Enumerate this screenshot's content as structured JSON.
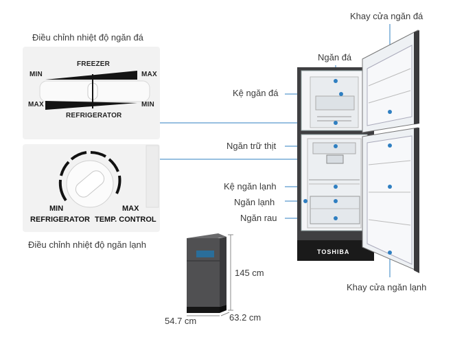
{
  "labels": {
    "freezer_adjust": "Điều chỉnh nhiệt độ ngăn đá",
    "fridge_adjust": "Điều chỉnh nhiệt độ ngăn lạnh",
    "freezer_door_tray": "Khay cửa ngăn đá",
    "freezer_compartment": "Ngăn đá",
    "freezer_shelf": "Kệ ngăn đá",
    "meat_compartment": "Ngăn trữ thịt",
    "fridge_shelf": "Kệ ngăn lạnh",
    "fridge_compartment": "Ngăn lạnh",
    "vegetable_drawer": "Ngăn rau",
    "fridge_door_tray": "Khay cửa ngăn lạnh"
  },
  "freezer_panel": {
    "title": "FREEZER",
    "min_top": "MIN",
    "max_top": "MAX",
    "max_bottom": "MAX",
    "min_bottom": "MIN",
    "subtitle": "REFRIGERATOR"
  },
  "fridge_panel": {
    "min": "MIN",
    "max": "MAX",
    "left_label": "REFRIGERATOR",
    "right_label": "TEMP. CONTROL"
  },
  "brand": "TOSHIBA",
  "dimensions": {
    "height": "145 cm",
    "width": "54.7 cm",
    "depth": "63.2 cm"
  },
  "colors": {
    "accent_line": "#2f7fc1",
    "fridge_body": "#4a4a4c",
    "fridge_base": "#1a1a1a"
  }
}
